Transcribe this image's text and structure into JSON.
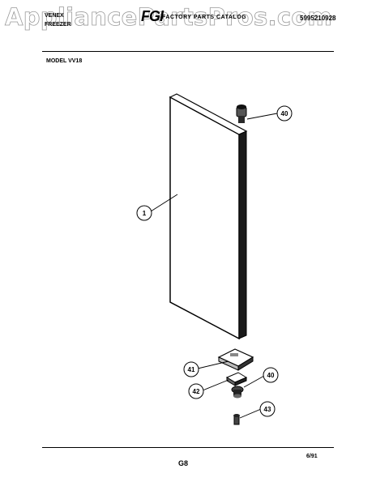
{
  "watermark": "AppliancePartsPros.com",
  "header": {
    "brand": "VENEX",
    "category": "FREEZER",
    "logo": "FGI",
    "catalog_title": "FACTORY PARTS CATALOG",
    "part_number": "5995210928"
  },
  "model": "MODEL VV18",
  "callouts": [
    "40",
    "1",
    "41",
    "40",
    "42",
    "43"
  ],
  "footer": {
    "page_code": "G8",
    "date": "6/91"
  }
}
